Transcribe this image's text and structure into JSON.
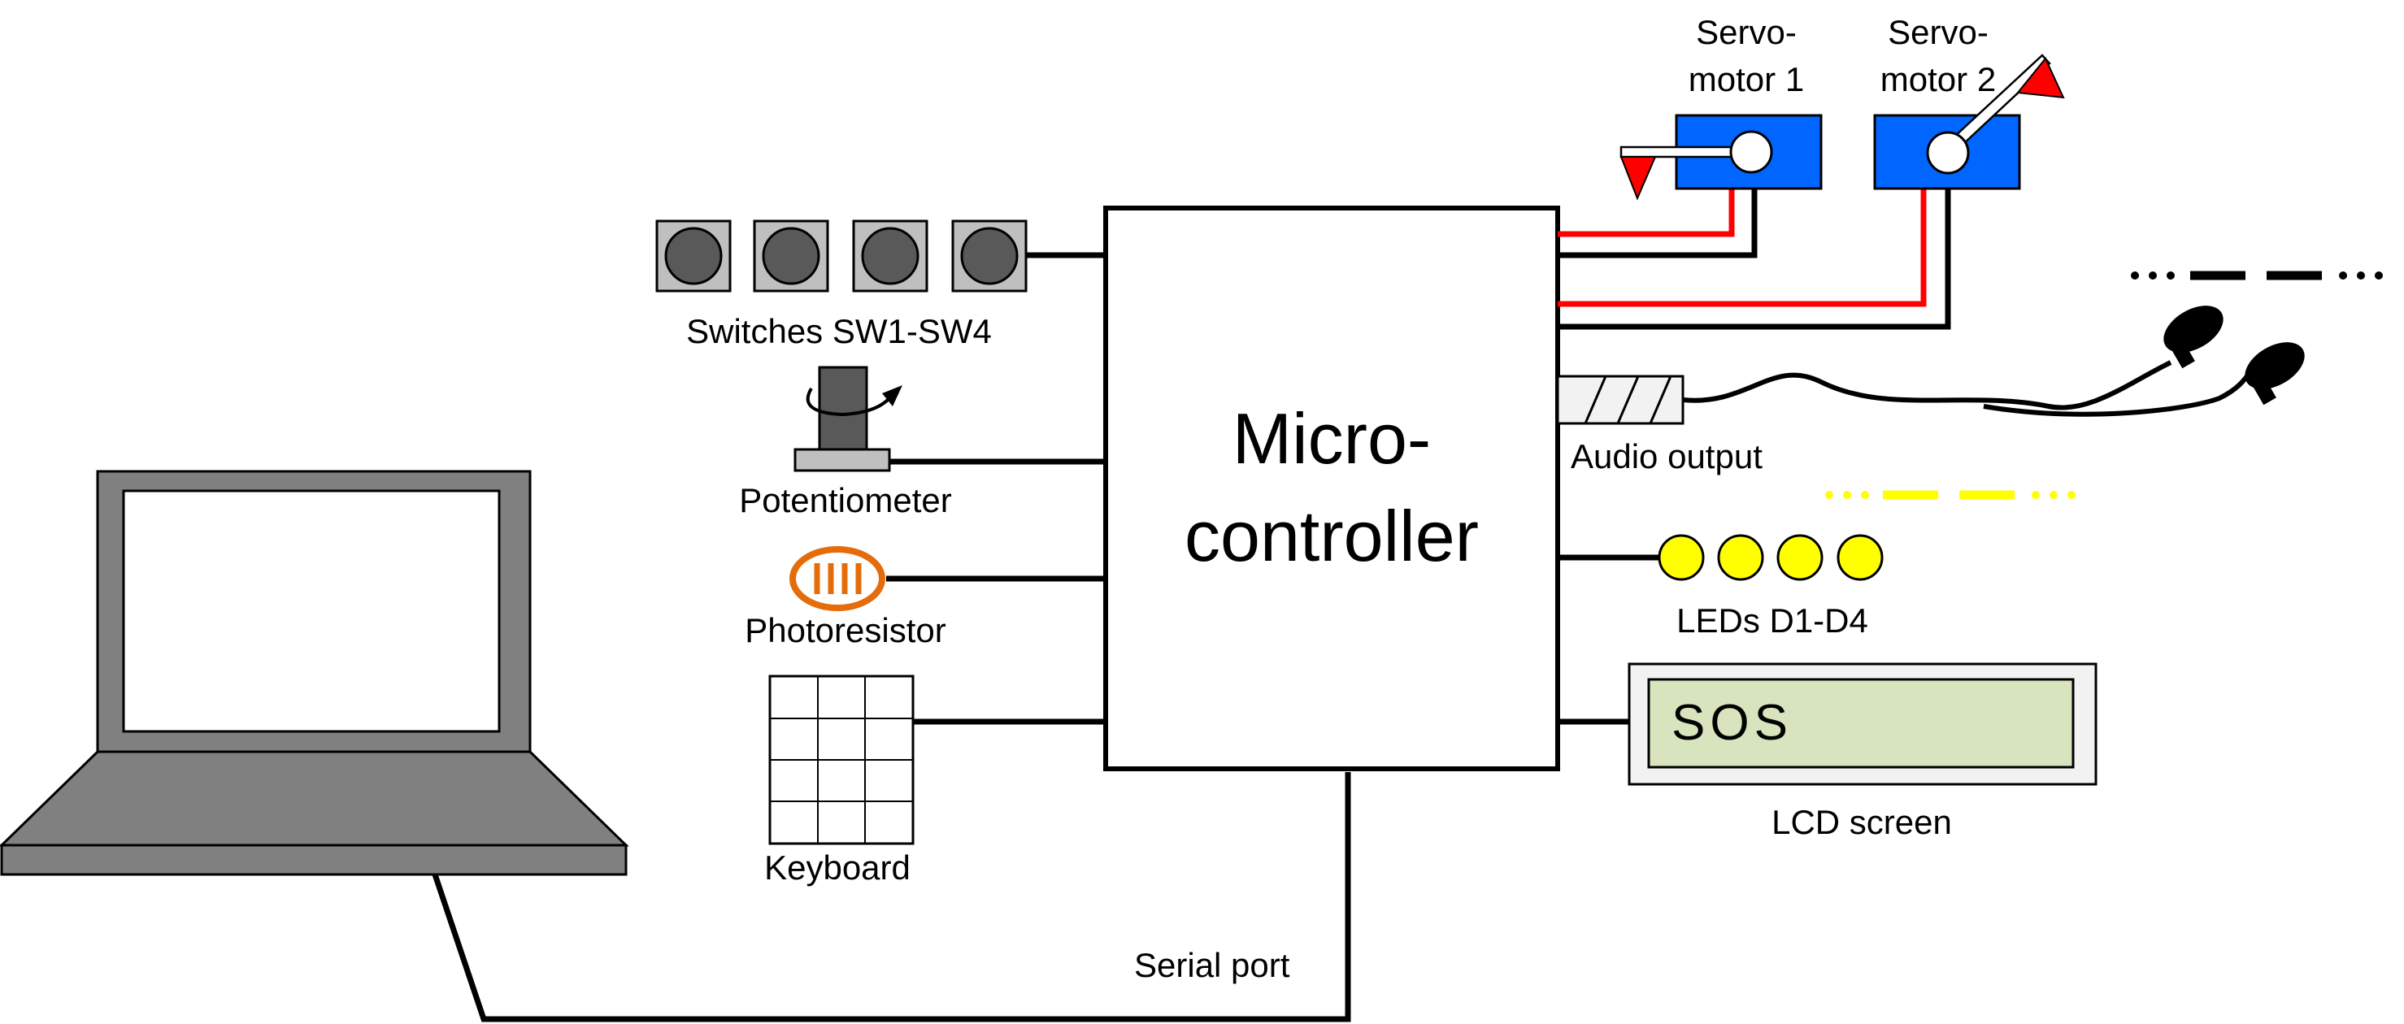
{
  "microcontroller": {
    "line1": "Micro-",
    "line2": "controller"
  },
  "switches": {
    "label": "Switches SW1-SW4"
  },
  "potentiometer": {
    "label": "Potentiometer"
  },
  "photoresistor": {
    "label": "Photoresistor"
  },
  "keyboard": {
    "label": "Keyboard"
  },
  "serial": {
    "label": "Serial port"
  },
  "servo1": {
    "line1": "Servo-",
    "line2": "motor 1"
  },
  "servo2": {
    "line1": "Servo-",
    "line2": "motor 2"
  },
  "audio": {
    "label": "Audio output"
  },
  "leds": {
    "label": "LEDs D1-D4"
  },
  "lcd": {
    "label": "LCD screen",
    "text": "SOS"
  },
  "colors": {
    "servo_blue": "#0066ff",
    "wire_red": "#ff0000",
    "flag_red": "#ff0000",
    "led_yellow": "#ffff00",
    "lcd_green": "#d7e4bd",
    "laptop_gray": "#808080",
    "switch_gray": "#bfbfbf",
    "photo_orange": "#e46c0a"
  }
}
